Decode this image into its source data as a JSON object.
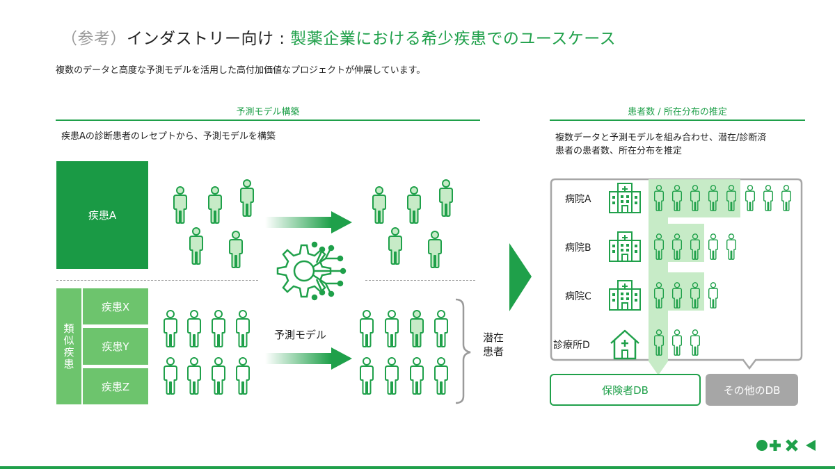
{
  "title": {
    "prefix": "（参考）",
    "black": "インダストリー向け : ",
    "green": "製薬企業における希少疾患でのユースケース"
  },
  "subtitle": "複数のデータと高度な予測モデルを活用した高付加価値なプロジェクトが伸展しています。",
  "left_section": {
    "heading": "予測モデル構築",
    "description": "疾患Aの診断患者のレセプトから、予測モデルを構築",
    "disease_a": "疾患A",
    "similar_group_label": "類似疾患",
    "similar_items": [
      "疾患X",
      "疾患Y",
      "疾患Z"
    ],
    "model_label": "予測モデル",
    "latent_label": "潜在患者"
  },
  "right_section": {
    "heading": "患者数 / 所在分布の推定",
    "description_line1": "複数データと予測モデルを組み合わせ、潜在/診断済",
    "description_line2": "患者の患者数、所在分布を推定",
    "facilities": [
      {
        "name": "病院A",
        "icon": "hospital-icon",
        "patients": 8,
        "highlighted": 5
      },
      {
        "name": "病院B",
        "icon": "hospital-icon",
        "patients": 5,
        "highlighted": 3
      },
      {
        "name": "病院C",
        "icon": "hospital-icon",
        "patients": 4,
        "highlighted": 3
      },
      {
        "name": "診療所D",
        "icon": "clinic-icon",
        "patients": 3,
        "highlighted": 1
      }
    ],
    "db_insurer": "保険者DB",
    "db_other": "その他のDB"
  },
  "colors": {
    "accent": "#1fa04a",
    "dark_green": "#1a9a45",
    "light_green": "#6dc46d",
    "highlight": "#c7ebc7",
    "gray": "#a6a6a6"
  },
  "footer_icons": [
    "circle-icon",
    "plus-icon",
    "cross-icon",
    "triangle-icon"
  ]
}
